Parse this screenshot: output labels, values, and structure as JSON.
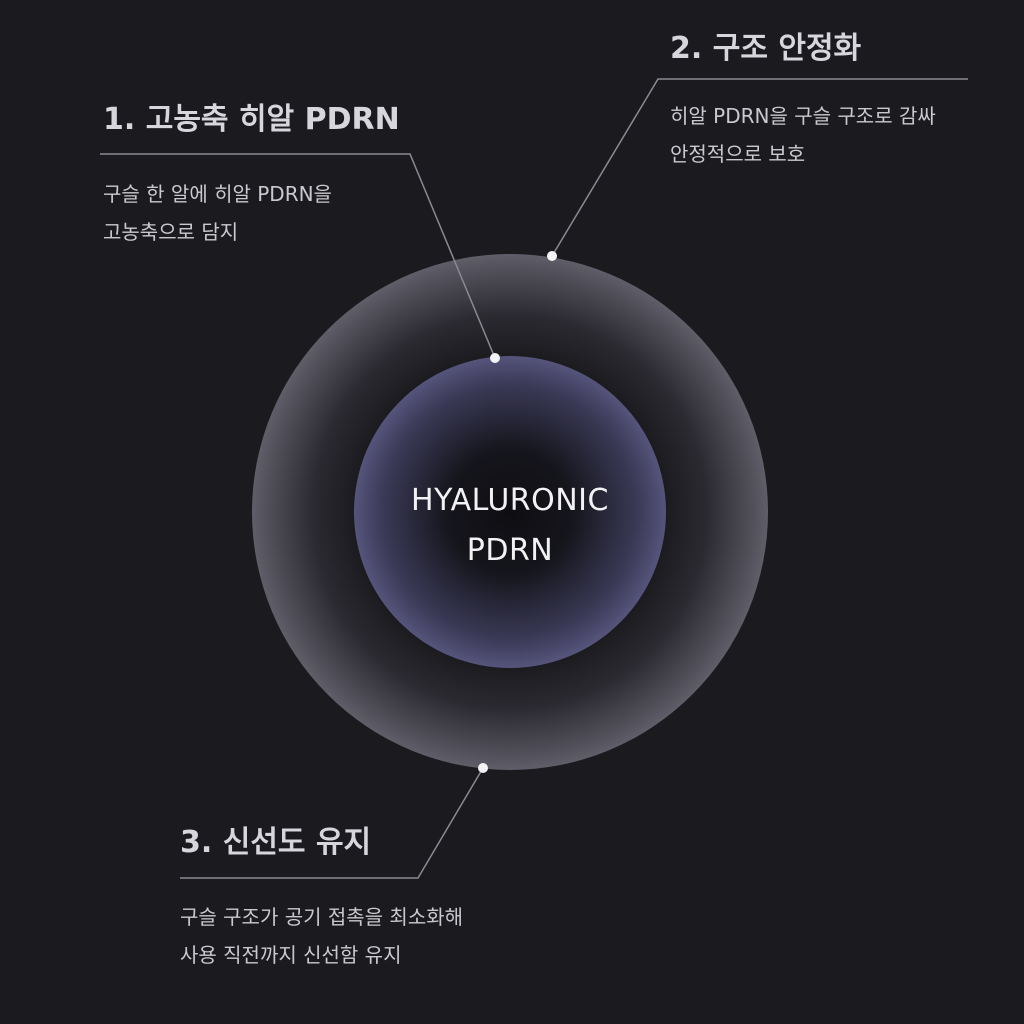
{
  "core": {
    "line1": "HYALURONIC",
    "line2": "PDRN"
  },
  "points": [
    {
      "title": "1. 고농축 히알 PDRN",
      "desc1": "구슬 한 알에 히알 PDRN을",
      "desc2": "고농축으로 담지"
    },
    {
      "title": "2. 구조 안정화",
      "desc1": "히알 PDRN을 구슬 구조로 감싸",
      "desc2": "안정적으로 보호"
    },
    {
      "title": "3. 신선도 유지",
      "desc1": "구슬 구조가 공기 접촉을 최소화해",
      "desc2": "사용 직전까지 신선함 유지"
    }
  ],
  "colors": {
    "background": "#1b1b1f",
    "leader_line": "#8a8a92",
    "inner_sphere": "#8381b3",
    "outer_sphere_rim": "#d2d1db",
    "text": "#d6d6dc"
  }
}
